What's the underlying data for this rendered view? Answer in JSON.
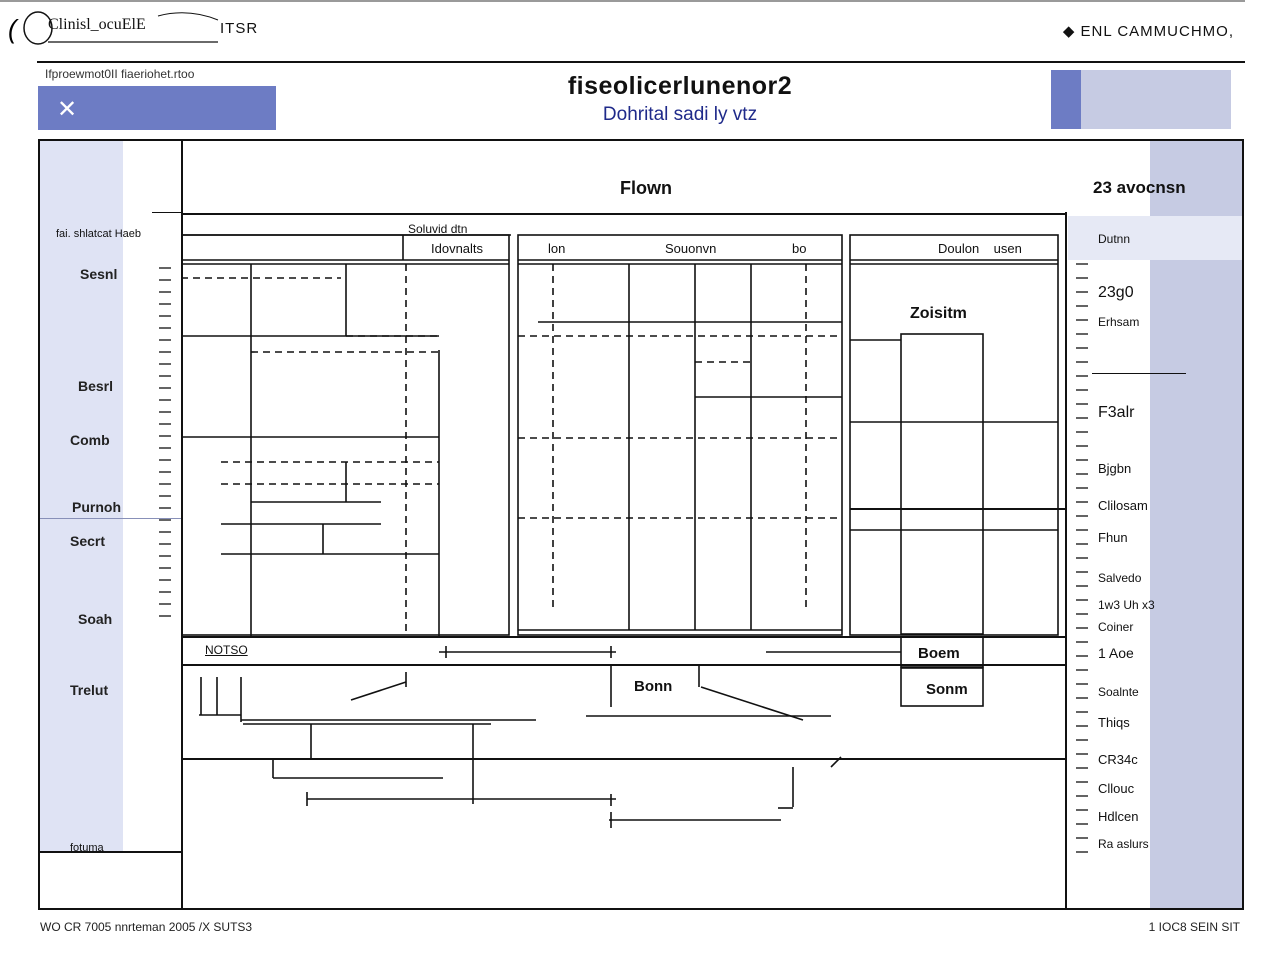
{
  "header": {
    "logo_text": "Clinisl_ocuElE",
    "logo_suffix": "ITSR",
    "top_right": "ENL CAMMUCHMO,",
    "left_label": "Ifproewmot0II fiaeriohet.rtoo",
    "title": "fiseolicerlunenor2",
    "subtitle": "Dohrital sadi ly vtz"
  },
  "main": {
    "flow_title": "Flown",
    "side_panel_title": "23 avocnsn",
    "left_rail_label": "fai. shlatcat Haeb",
    "bottom_label": "fotuma"
  },
  "sidebar": {
    "items": [
      {
        "label": "Sesnl"
      },
      {
        "label": "Besrl"
      },
      {
        "label": "Comb"
      },
      {
        "label": "Purnoh"
      },
      {
        "label": "Secrt"
      },
      {
        "label": "Soah"
      },
      {
        "label": "Trelut"
      }
    ]
  },
  "diagram": {
    "panel1_header": "Soluvid dtn",
    "panel1_col": "Idovnalts",
    "panel2_cols": [
      "lon",
      "Souonvn",
      "bo"
    ],
    "panel3_header": "Doulon    usen",
    "panel3_label": "Zoisitm",
    "row_label_1": "NOTSO",
    "row_label_2": "Boem",
    "row_label_3": "Sonm",
    "row_label_center": "Bonn"
  },
  "right_panel": {
    "header": "Dutnn",
    "items": [
      {
        "label": "23g0"
      },
      {
        "label": "Erhsam"
      },
      {
        "label": "F3alr"
      },
      {
        "label": "Bjgbn"
      },
      {
        "label": "Clilosam"
      },
      {
        "label": "Fhun"
      },
      {
        "label": "Salvedo"
      },
      {
        "label": "1w3 Uh x3"
      },
      {
        "label": "Coiner"
      },
      {
        "label": "1 Aoe"
      },
      {
        "label": "Soalnte"
      },
      {
        "label": "Thiqs"
      },
      {
        "label": "CR34c"
      },
      {
        "label": "Cllouc"
      },
      {
        "label": "Hdlcen"
      },
      {
        "label": "Ra aslurs"
      }
    ]
  },
  "footer": {
    "left": "WO CR 7005 nnrteman 2005 /X SUTS3",
    "right": "1 IOC8 SEIN    SIT"
  },
  "colors": {
    "accent": "#6d7cc4",
    "panel": "#c6cbe3",
    "sidebar": "#dfe3f4",
    "subtitle": "#1f2a8a"
  }
}
